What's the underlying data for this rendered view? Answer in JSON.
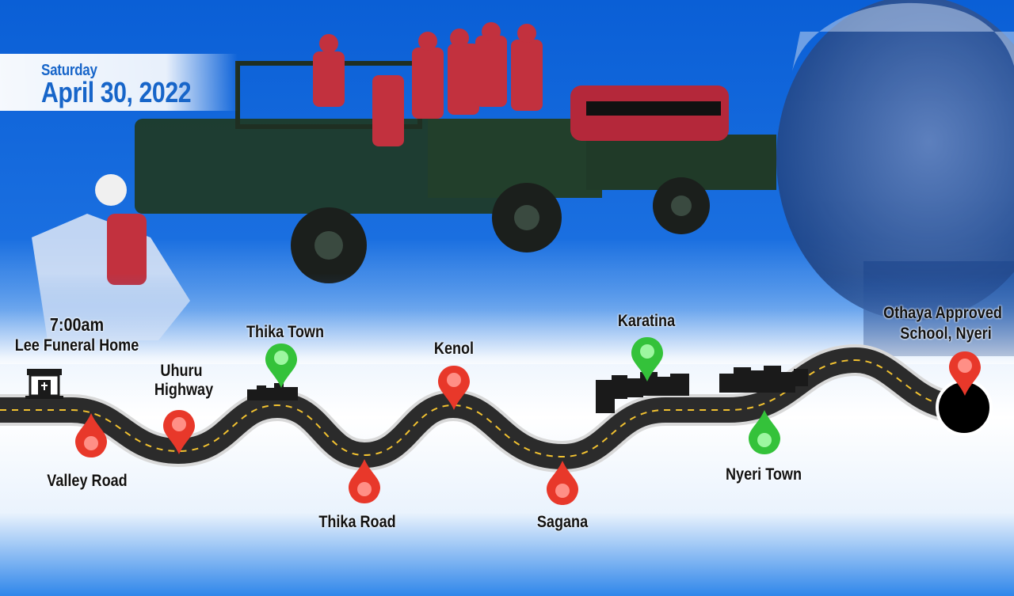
{
  "date": {
    "weekday": "Saturday",
    "full_date": "April 30, 2022"
  },
  "start": {
    "time": "7:00am",
    "place": "Lee Funeral Home",
    "icon": "funeral-home-icon"
  },
  "end": {
    "line1": "Othaya Approved",
    "line2": "School, Nyeri"
  },
  "stops": [
    {
      "label": "Valley Road",
      "pin_color": "red"
    },
    {
      "label_line1": "Uhuru",
      "label_line2": "Highway",
      "pin_color": "red"
    },
    {
      "label": "Thika Town",
      "pin_color": "green"
    },
    {
      "label": "Thika Road",
      "pin_color": "red"
    },
    {
      "label": "Kenol",
      "pin_color": "red"
    },
    {
      "label": "Sagana",
      "pin_color": "red"
    },
    {
      "label": "Karatina",
      "pin_color": "green"
    },
    {
      "label": "Nyeri Town",
      "pin_color": "green"
    }
  ],
  "colors": {
    "background_blue": "#1a6fe0",
    "date_text": "#1765c9",
    "pin_red": "#e8382a",
    "pin_green": "#34c23a",
    "road": "#2b2b2b",
    "road_line": "#f2c230"
  }
}
